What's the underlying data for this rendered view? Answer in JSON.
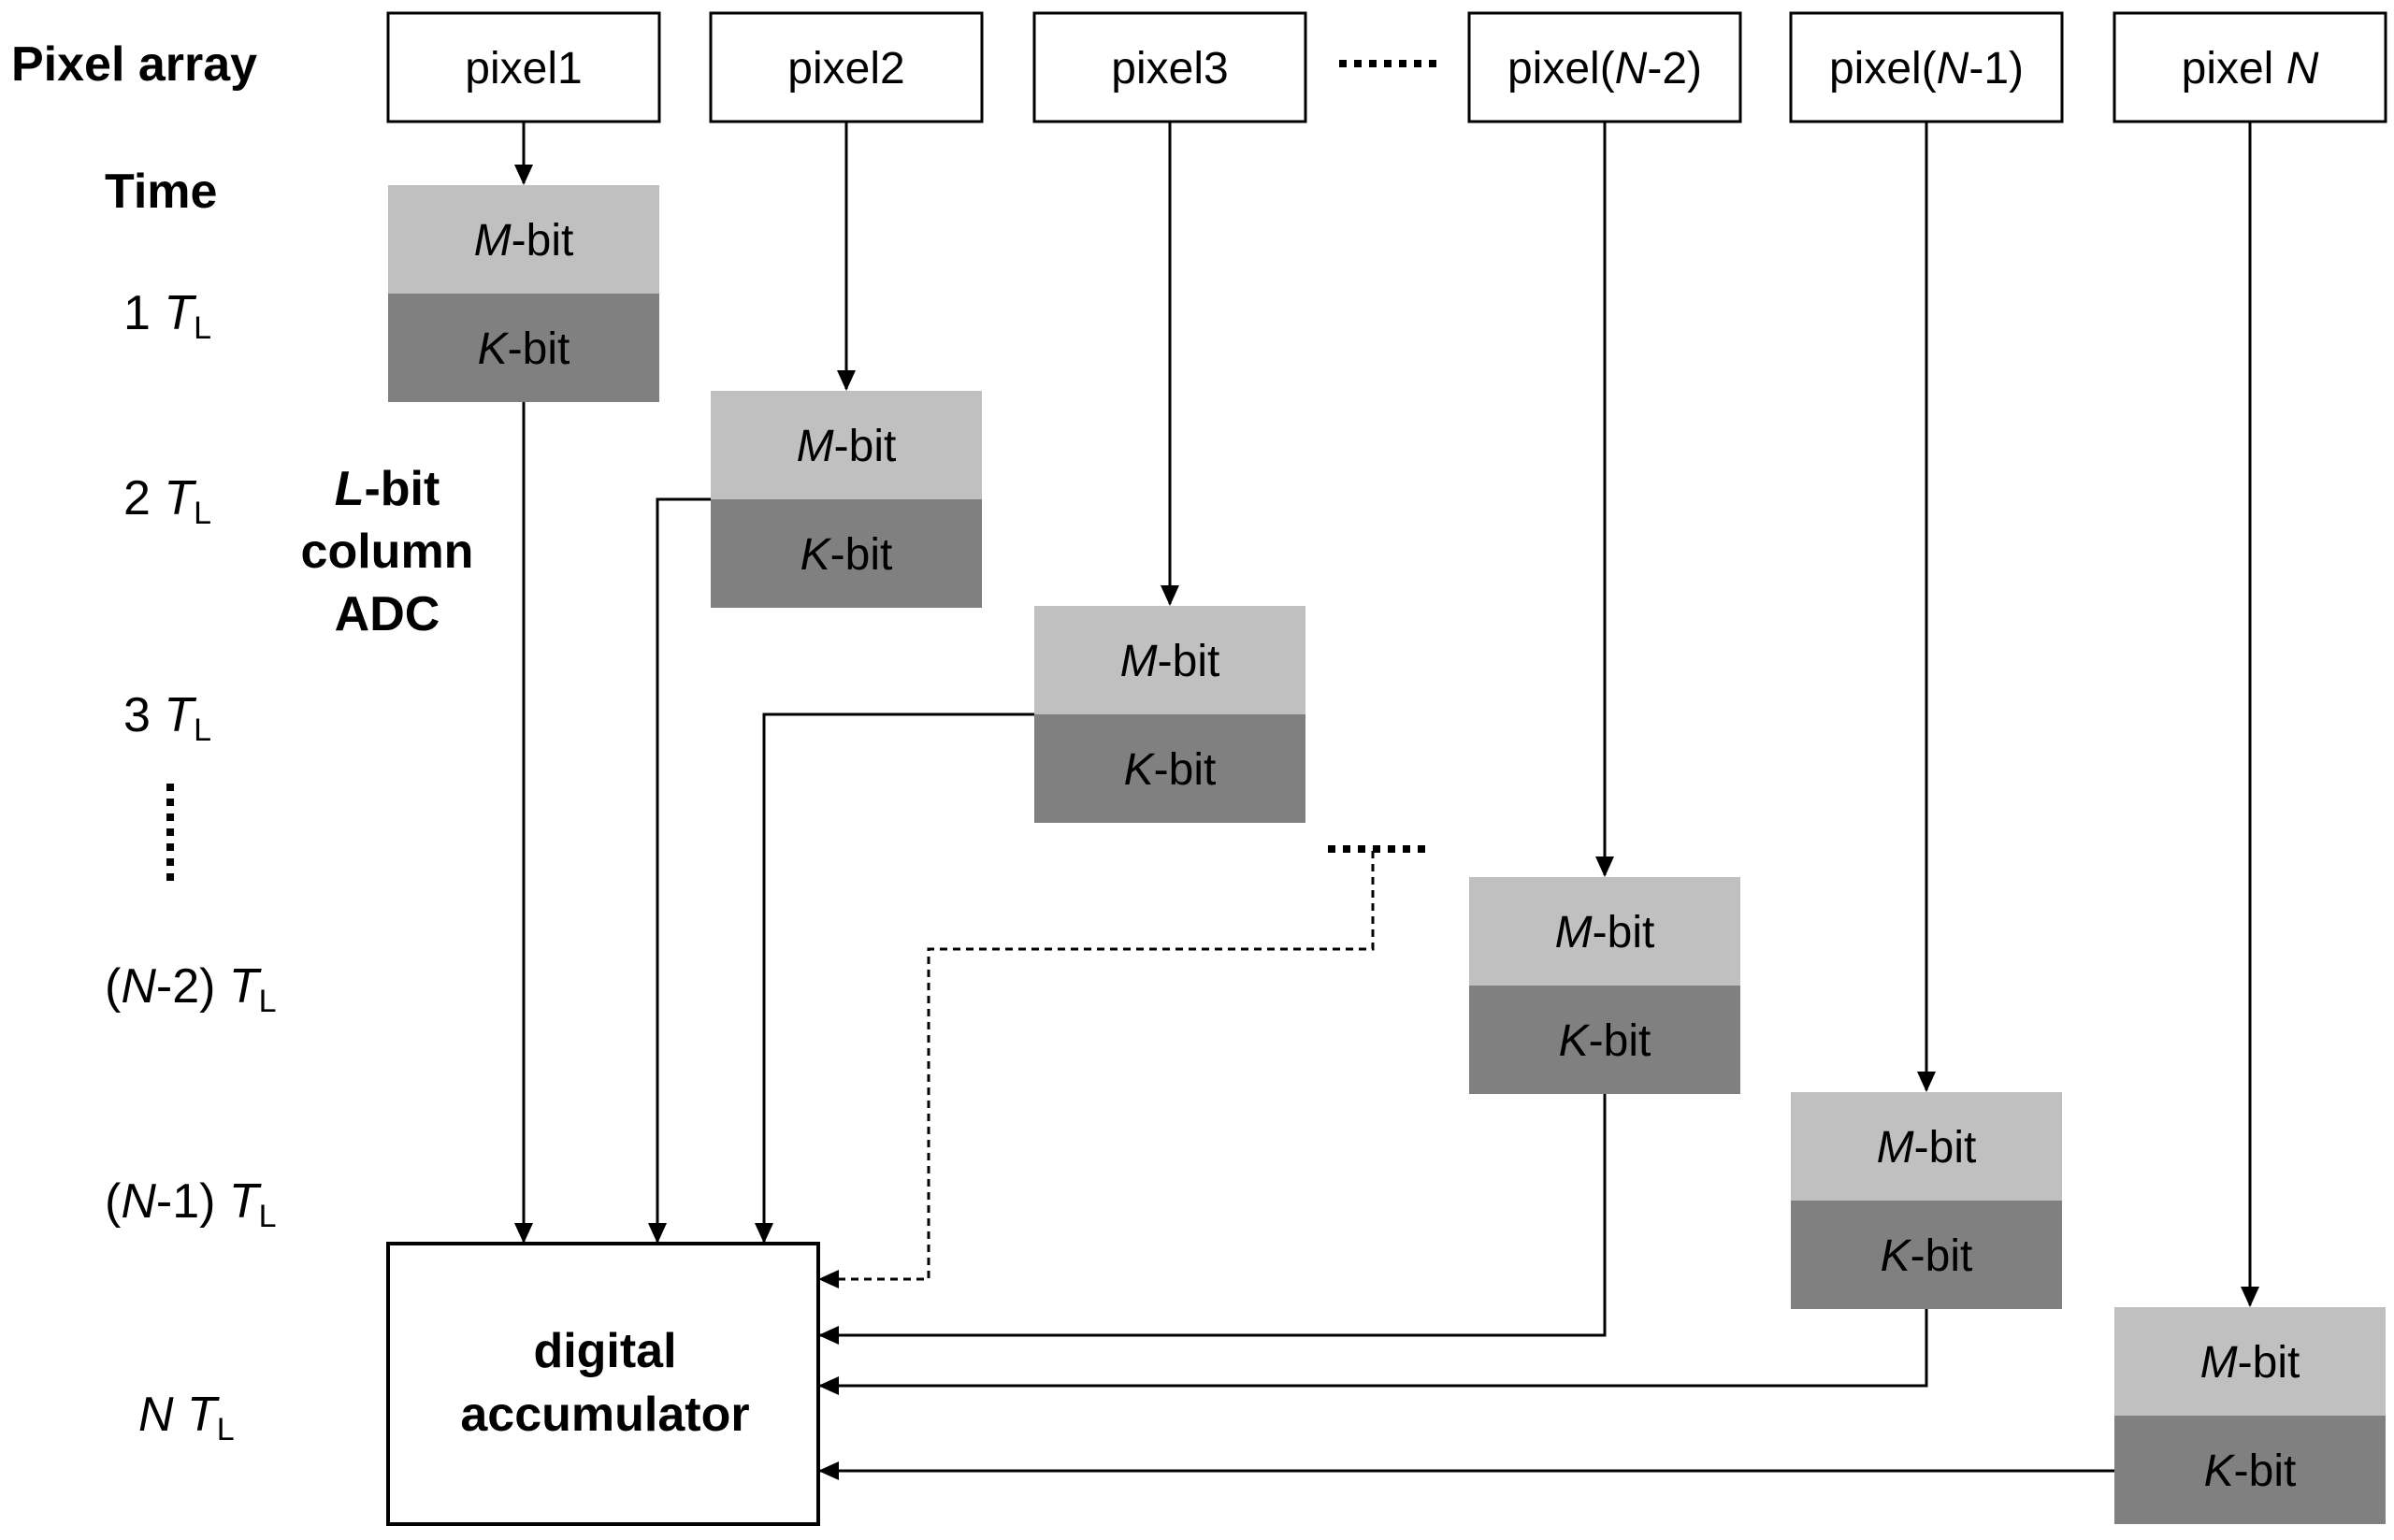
{
  "header": {
    "pixel_array_label": "Pixel array",
    "time_label": "Time"
  },
  "adc_label": {
    "line1_italic": "L",
    "line1_rest": "-bit",
    "line2": "column",
    "line3": "ADC"
  },
  "pixels": [
    {
      "prefix": "pixel1",
      "italic": "",
      "suffix": ""
    },
    {
      "prefix": "pixel2",
      "italic": "",
      "suffix": ""
    },
    {
      "prefix": "pixel3",
      "italic": "",
      "suffix": ""
    },
    {
      "prefix": "pixel(",
      "italic": "N",
      "suffix": "-2)"
    },
    {
      "prefix": "pixel(",
      "italic": "N",
      "suffix": "-1)"
    },
    {
      "prefix": "pixel ",
      "italic": "N",
      "suffix": ""
    }
  ],
  "segments": {
    "m_italic": "M",
    "m_rest": "-bit",
    "k_italic": "K",
    "k_rest": "-bit"
  },
  "time_rows": [
    {
      "pre": "1 ",
      "italic": "",
      "post": "",
      "T": "T",
      "sub": "L"
    },
    {
      "pre": "2 ",
      "italic": "",
      "post": "",
      "T": "T",
      "sub": "L"
    },
    {
      "pre": "3 ",
      "italic": "",
      "post": "",
      "T": "T",
      "sub": "L"
    },
    {
      "pre": "(",
      "italic": "N",
      "post": "-2) ",
      "T": "T",
      "sub": "L"
    },
    {
      "pre": "(",
      "italic": "N",
      "post": "-1) ",
      "T": "T",
      "sub": "L"
    },
    {
      "pre": "",
      "italic": "N",
      "post": " ",
      "T": "T",
      "sub": "L"
    }
  ],
  "accumulator": {
    "line1": "digital",
    "line2": "accumulator"
  },
  "colors": {
    "m_segment": "#c0c0c0",
    "k_segment": "#808080",
    "line": "#000000"
  }
}
